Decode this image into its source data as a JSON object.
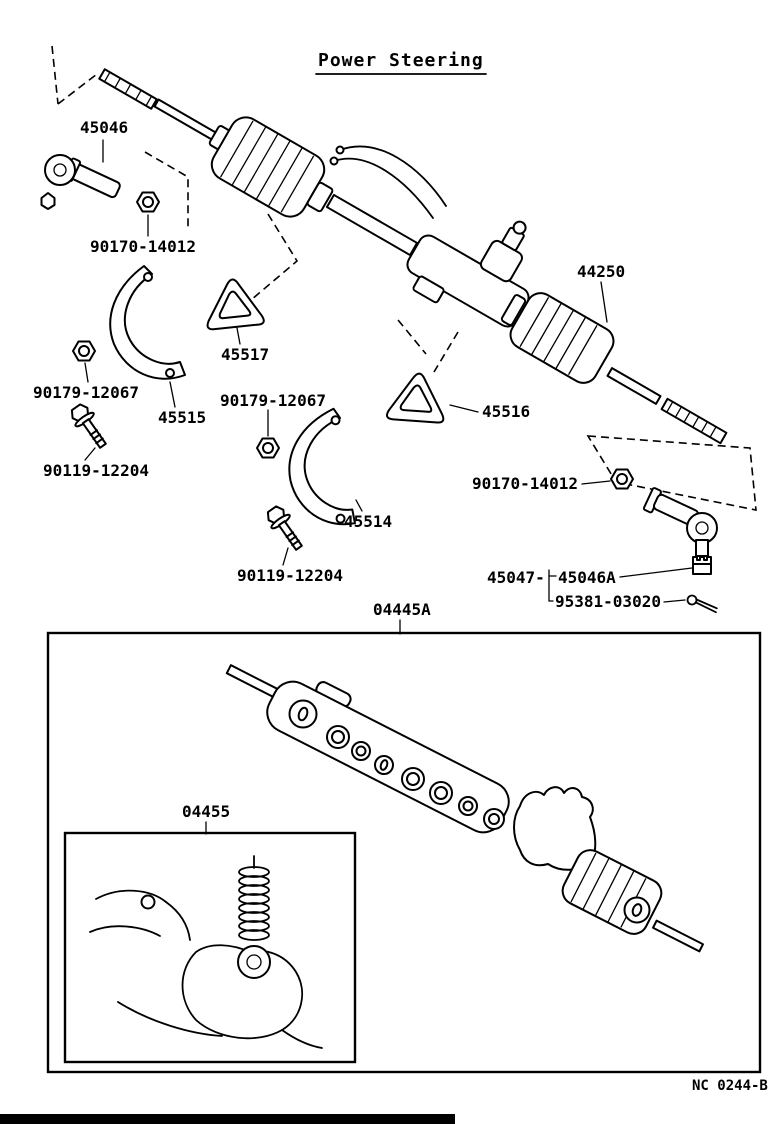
{
  "title": "Power Steering",
  "drawing_code": "NC 0244-B",
  "colors": {
    "ink": "#000000",
    "background": "#ffffff"
  },
  "labels": {
    "tie_rod_end_left": "45046",
    "nut_front_left": "90170-14012",
    "rack_and_pinion": "44250",
    "grommet_upper": "45517",
    "nut_small_left": "90179-12067",
    "bracket_upper": "45515",
    "bolt_left": "90119-12204",
    "nut_small_mid": "90179-12067",
    "grommet_lower": "45516",
    "bracket_lower": "45514",
    "bolt_mid": "90119-12204",
    "nut_front_right": "90170-14012",
    "tie_rod_prefix": "45047-",
    "tie_rod_end_right": "45046A",
    "cotter_pin": "95381-03020",
    "seal_kit": "04445A",
    "valve_kit": "04455"
  }
}
